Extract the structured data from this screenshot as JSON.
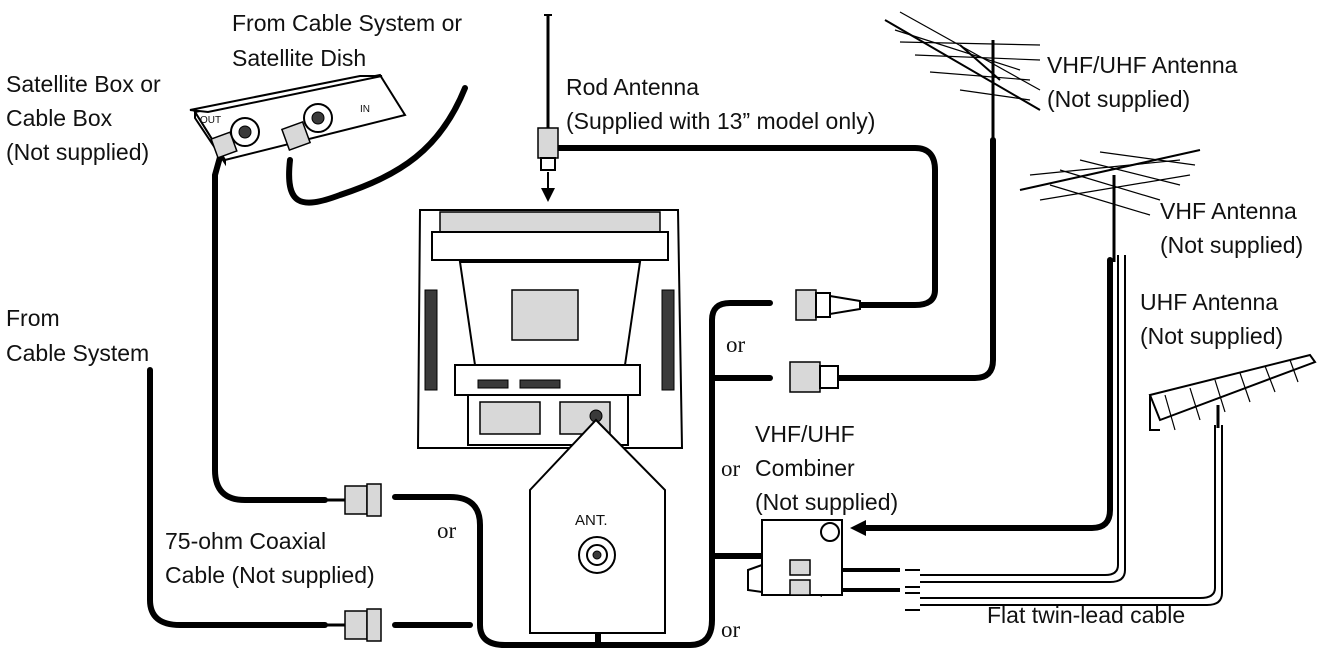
{
  "labels": {
    "from_cable_satellite_1": "From Cable System or",
    "from_cable_satellite_2": "Satellite Dish",
    "satellite_box_1": "Satellite Box or",
    "satellite_box_2": "Cable Box",
    "satellite_box_3": "(Not supplied)",
    "out_port": "OUT",
    "in_port": "IN",
    "rod_antenna_1": "Rod Antenna",
    "rod_antenna_2": "(Supplied with 13” model only)",
    "vhf_uhf_antenna_1": "VHF/UHF Antenna",
    "vhf_uhf_antenna_2": "(Not supplied)",
    "vhf_antenna_1": "VHF Antenna",
    "vhf_antenna_2": "(Not supplied)",
    "uhf_antenna_1": "UHF Antenna",
    "uhf_antenna_2": "(Not supplied)",
    "from_cable_system_1": "From",
    "from_cable_system_2": "Cable System",
    "combiner_1": "VHF/UHF",
    "combiner_2": "Combiner",
    "combiner_3": "(Not supplied)",
    "coaxial_1": "75-ohm Coaxial",
    "coaxial_2": "Cable (Not supplied)",
    "twin_lead": "Flat twin-lead cable",
    "ant_jack": "ANT.",
    "or": "or"
  }
}
